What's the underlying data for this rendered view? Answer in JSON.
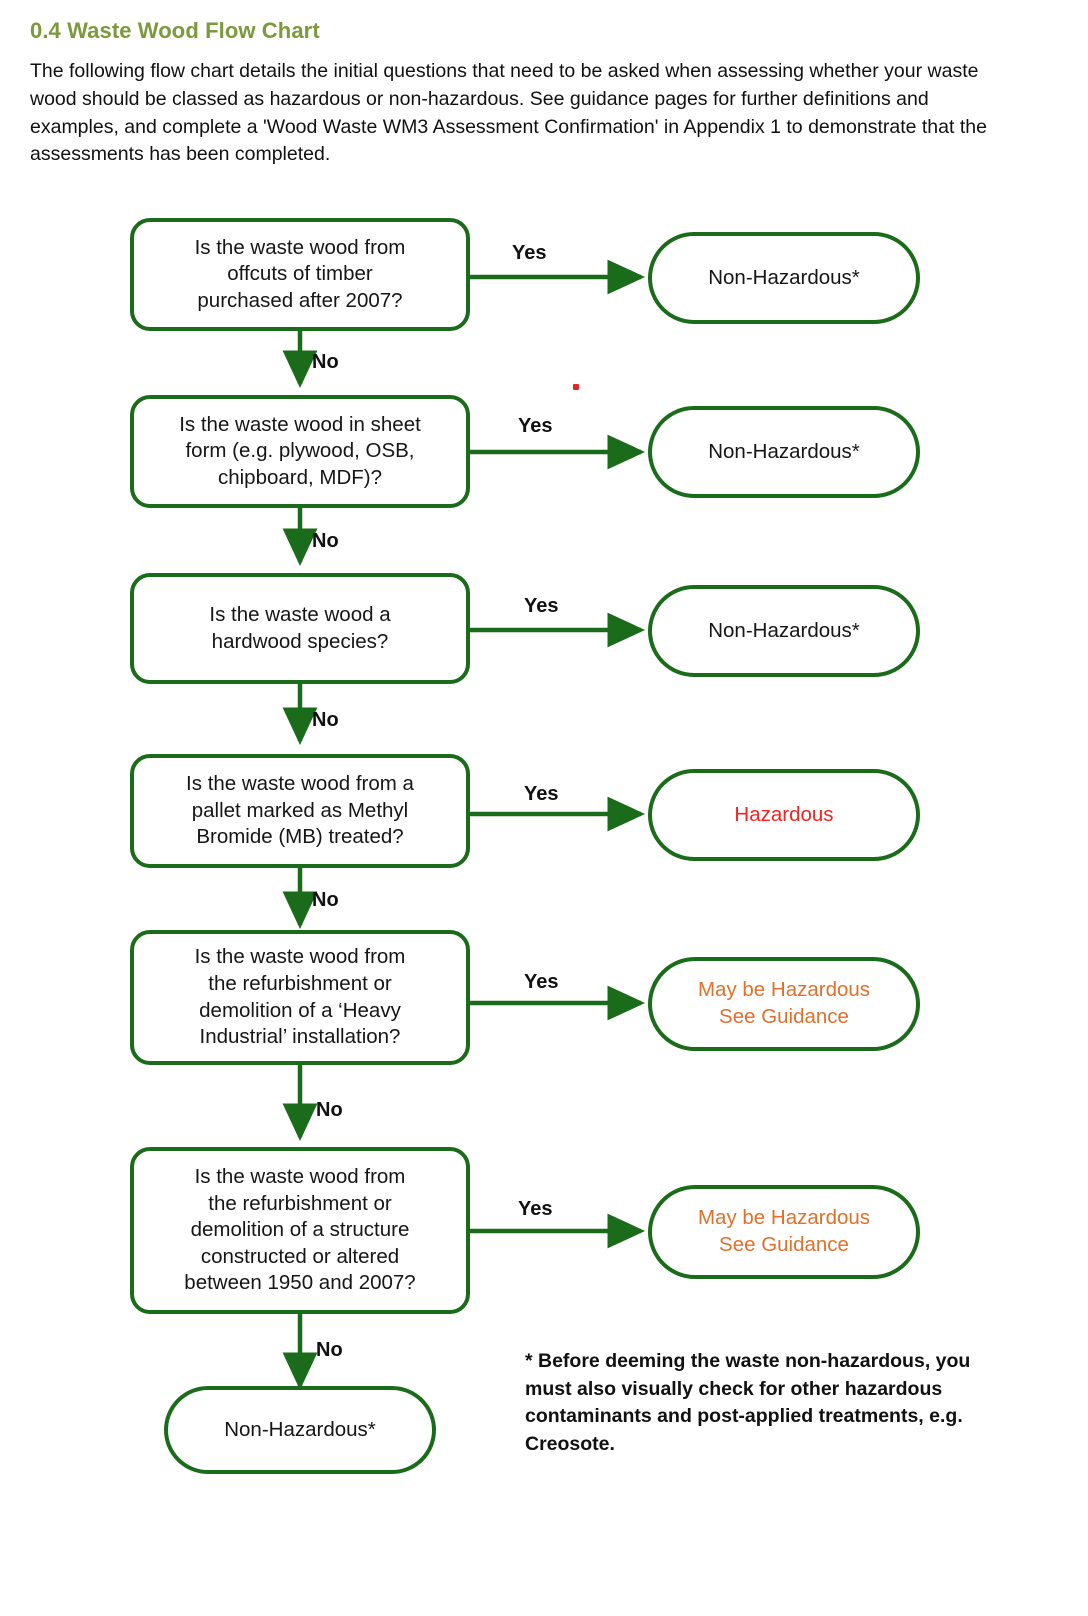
{
  "page": {
    "title": "0.4 Waste Wood Flow Chart",
    "intro": "The following flow chart details the initial questions that need to be asked when assessing whether your waste wood should be classed as hazardous or non-hazardous. See guidance pages for further definitions and examples, and complete a 'Wood Waste WM3 Assessment Confirmation' in Appendix 1 to demonstrate that the assessments has been completed.",
    "footnote": "* Before deeming the waste non-hazardous, you must also visually check for other hazardous contaminants and post-applied treatments, e.g. Creosote."
  },
  "colors": {
    "border_green": "#1a6b1a",
    "title_green": "#7a9a3b",
    "hazardous_red": "#fa2020",
    "may_be_hazardous_orange": "#e0702a",
    "text_black": "#161616",
    "background": "#ffffff"
  },
  "chart_data": {
    "type": "flowchart",
    "title": "0.4 Waste Wood Flow Chart",
    "orientation": "top-to-bottom with yes-branches to the right",
    "decision_nodes": [
      {
        "id": "q1",
        "text": "Is the waste wood from offcuts of timber purchased after 2007?",
        "yes_target": "o1",
        "no_target": "q2"
      },
      {
        "id": "q2",
        "text": "Is the waste wood in sheet form (e.g. plywood, OSB, chipboard, MDF)?",
        "yes_target": "o2",
        "no_target": "q3"
      },
      {
        "id": "q3",
        "text": "Is the waste wood a hardwood species?",
        "yes_target": "o3",
        "no_target": "q4"
      },
      {
        "id": "q4",
        "text": "Is the waste wood from a pallet marked as Methyl Bromide (MB) treated?",
        "yes_target": "o4",
        "no_target": "q5"
      },
      {
        "id": "q5",
        "text": "Is the waste wood from the refurbishment or demolition of a ‘Heavy Industrial’ installation?",
        "yes_target": "o5",
        "no_target": "q6"
      },
      {
        "id": "q6",
        "text": "Is the waste wood from the refurbishment or demolition of a structure constructed or altered between 1950 and 2007?",
        "yes_target": "o6",
        "no_target": "o7"
      }
    ],
    "outcome_nodes": [
      {
        "id": "o1",
        "text": "Non-Hazardous*",
        "style": "nonhaz"
      },
      {
        "id": "o2",
        "text": "Non-Hazardous*",
        "style": "nonhaz"
      },
      {
        "id": "o3",
        "text": "Non-Hazardous*",
        "style": "nonhaz"
      },
      {
        "id": "o4",
        "text": "Hazardous",
        "style": "haz"
      },
      {
        "id": "o5",
        "text": "May be Hazardous\nSee Guidance",
        "style": "maybe"
      },
      {
        "id": "o6",
        "text": "May be Hazardous\nSee Guidance",
        "style": "maybe"
      },
      {
        "id": "o7",
        "text": "Non-Hazardous*",
        "style": "nonhaz"
      }
    ],
    "edge_labels": {
      "yes": "Yes",
      "no": "No"
    },
    "yes_labels": [
      "Yes",
      "Yes",
      "Yes",
      "Yes",
      "Yes",
      "Yes"
    ],
    "no_labels": [
      "No",
      "No",
      "No",
      "No",
      "No",
      "No"
    ]
  },
  "nodes": {
    "q1": {
      "text": "Is the waste wood from\noffcuts of timber\npurchased after 2007?"
    },
    "q2": {
      "text": "Is the waste wood in sheet\nform (e.g. plywood, OSB,\nchipboard, MDF)?"
    },
    "q3": {
      "text": "Is the waste wood a\nhardwood species?"
    },
    "q4": {
      "text": "Is the waste wood from a\npallet marked as Methyl\nBromide (MB) treated?"
    },
    "q5": {
      "text": "Is the waste wood from\nthe refurbishment or\ndemolition of a ‘Heavy\nIndustrial’ installation?"
    },
    "q6": {
      "text": "Is the waste wood from\nthe refurbishment or\ndemolition of a structure\nconstructed or altered\nbetween 1950 and 2007?"
    },
    "o1": {
      "text": "Non-Hazardous*"
    },
    "o2": {
      "text": "Non-Hazardous*"
    },
    "o3": {
      "text": "Non-Hazardous*"
    },
    "o4": {
      "text": "Hazardous"
    },
    "o5": {
      "text": "May be Hazardous\nSee Guidance"
    },
    "o6": {
      "text": "May be Hazardous\nSee Guidance"
    },
    "o7": {
      "text": "Non-Hazardous*"
    }
  },
  "labels": {
    "yes1": "Yes",
    "yes2": "Yes",
    "yes3": "Yes",
    "yes4": "Yes",
    "yes5": "Yes",
    "yes6": "Yes",
    "no1": "No",
    "no2": "No",
    "no3": "No",
    "no4": "No",
    "no5": "No",
    "no6": "No"
  }
}
